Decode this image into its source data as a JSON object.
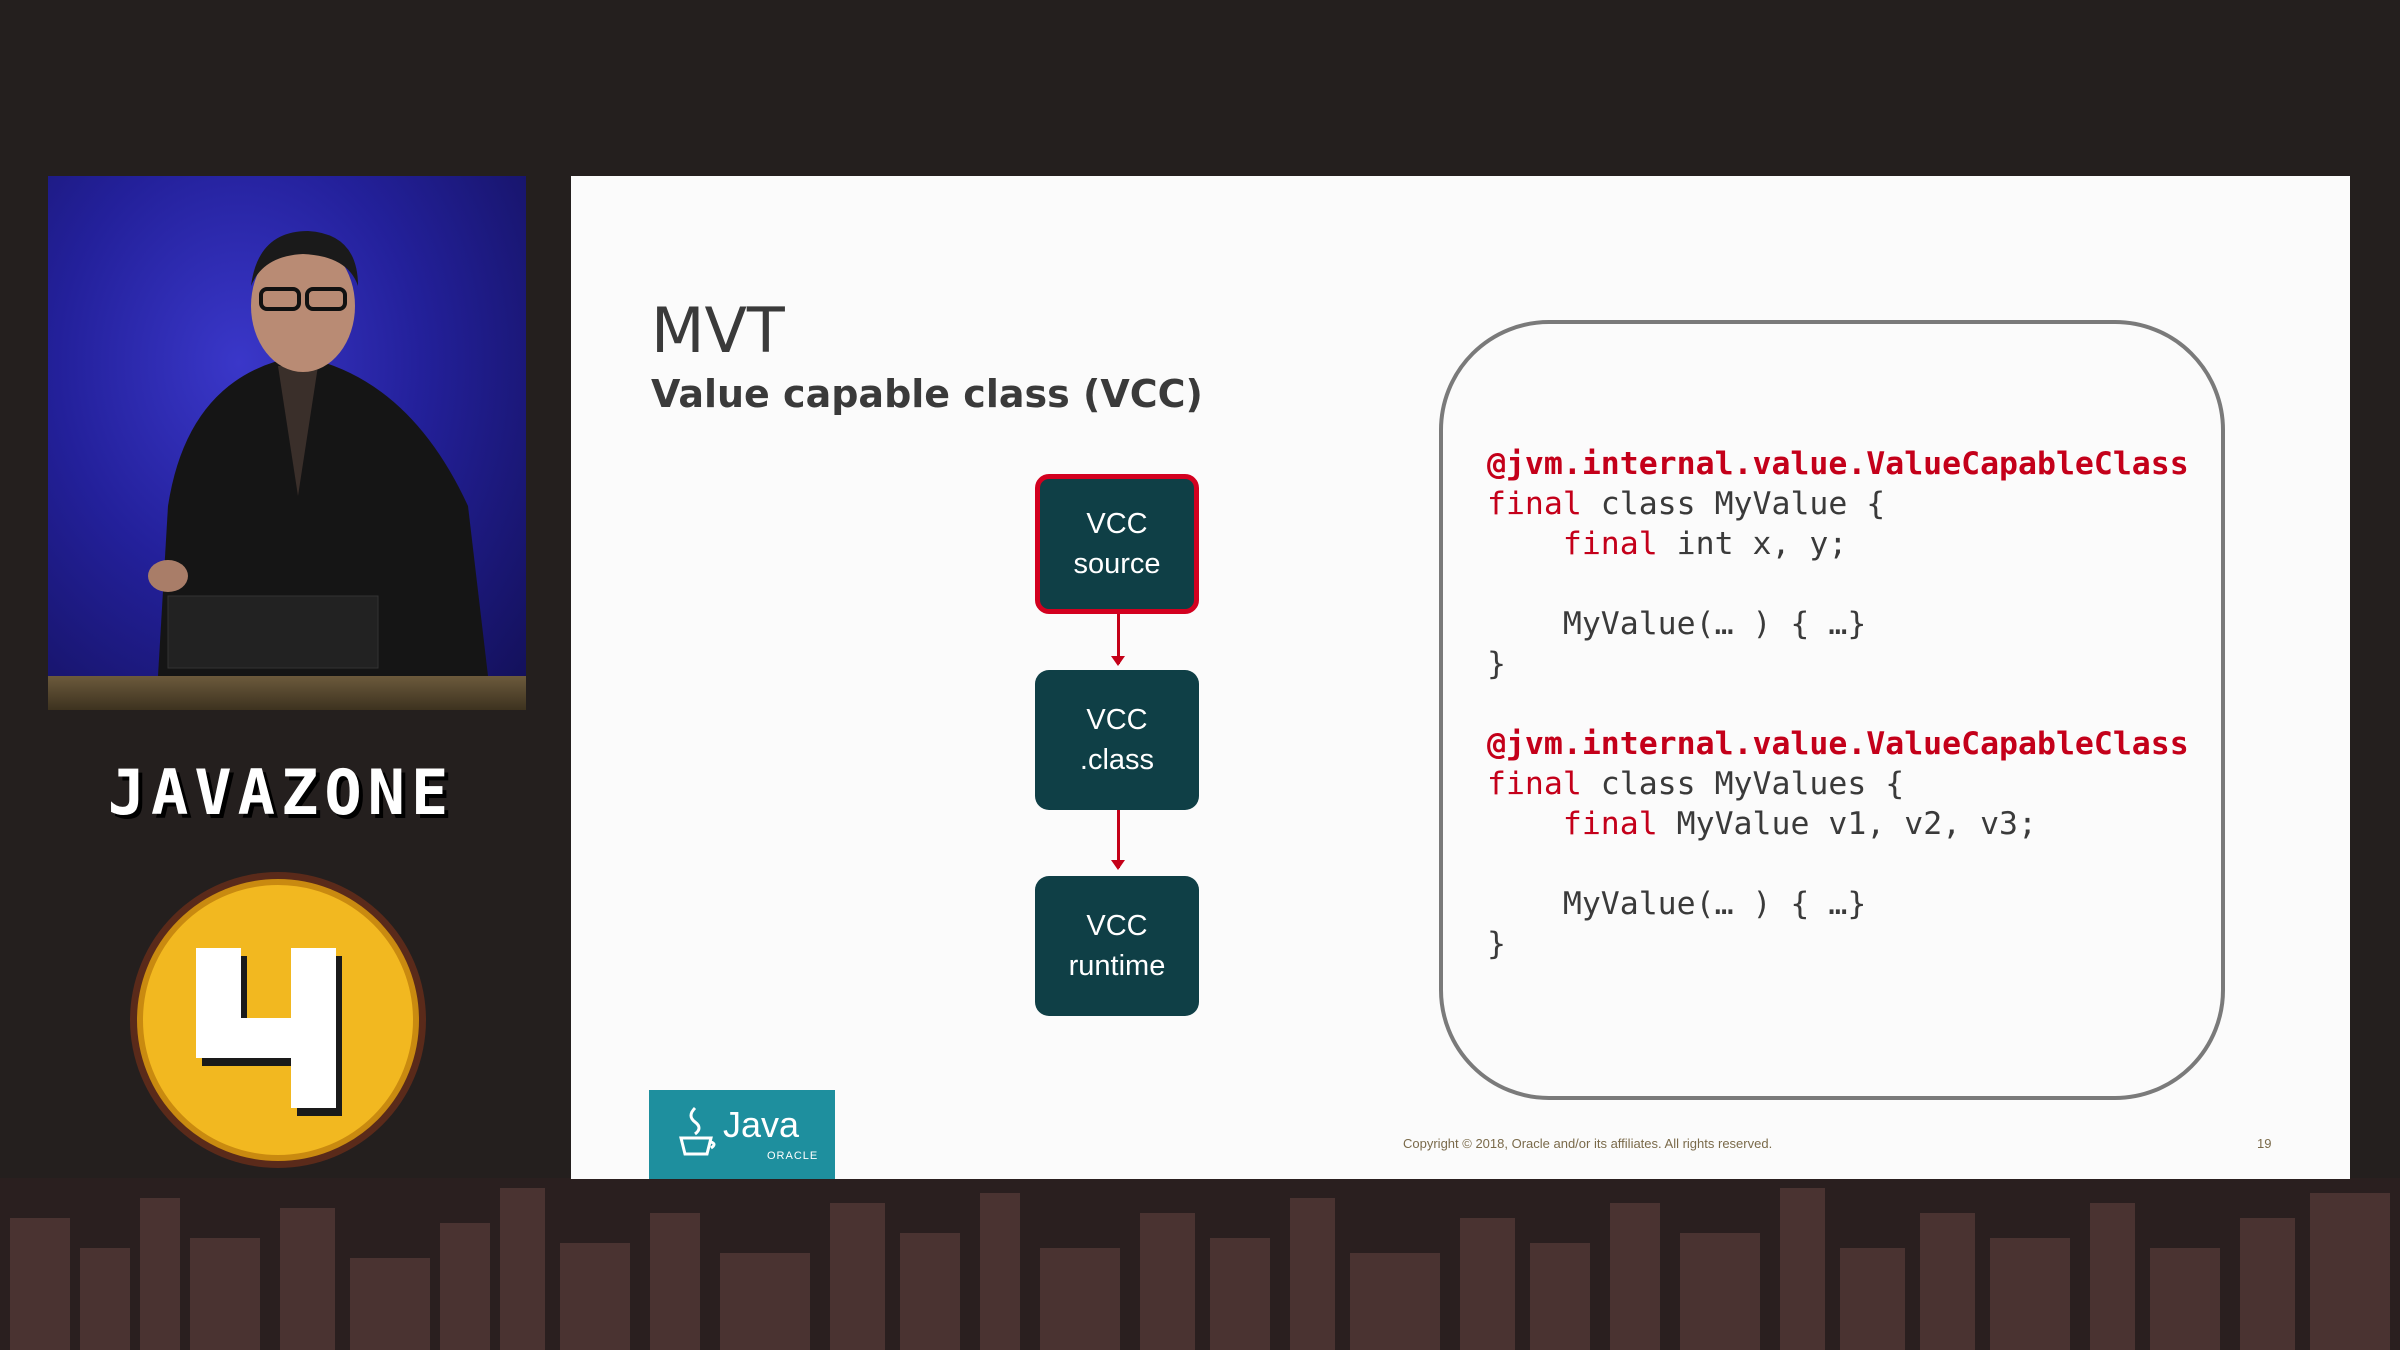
{
  "brand": {
    "name": "JAVAZONE",
    "edition": "4"
  },
  "slide": {
    "title": "MVT",
    "subtitle": "Value capable class (VCC)",
    "flow": [
      {
        "line1": "VCC",
        "line2": "source"
      },
      {
        "line1": "VCC",
        "line2": ".class"
      },
      {
        "line1": "VCC",
        "line2": "runtime"
      }
    ],
    "code_block_1": {
      "annotation": "@jvm.internal.value.ValueCapableClass",
      "line2_kw": "final",
      "line2_rest": " class MyValue {",
      "line3_kw": "final",
      "line3_rest": " int x, y;",
      "line5": "MyValue(… ) { …}",
      "line6": "}"
    },
    "code_block_2": {
      "annotation": "@jvm.internal.value.ValueCapableClass",
      "line2_kw": "final",
      "line2_rest": " class MyValues {",
      "line3_kw": "final",
      "line3_rest": " MyValue v1, v2, v3;",
      "line5": "MyValue(… ) { …}",
      "line6": "}"
    },
    "logo": {
      "word": "Java",
      "sub": "ORACLE"
    },
    "copyright": "Copyright © 2018, Oracle and/or its affiliates. All rights reserved.",
    "page_number": "19"
  },
  "colors": {
    "background": "#241f1e",
    "slide_bg": "#fbfbfb",
    "flow_box": "#0f3f46",
    "accent_red": "#c4001a",
    "java_teal": "#1e8f9e",
    "badge_yellow": "#f2b820"
  }
}
